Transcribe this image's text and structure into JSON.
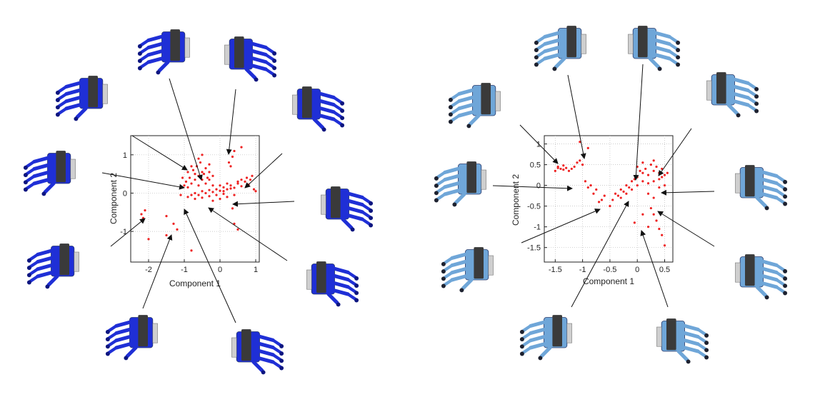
{
  "chart_data": [
    {
      "type": "scatter",
      "xlabel": "Component 1",
      "ylabel": "Component 2",
      "xlim": [
        -2.5,
        1.1
      ],
      "ylim": [
        -1.8,
        1.5
      ],
      "xticks": [
        "-2",
        "-1",
        "0",
        "1"
      ],
      "yticks": [
        "1",
        "0",
        "-1"
      ],
      "xtick_values": [
        -2,
        -1,
        0,
        1
      ],
      "ytick_values": [
        1,
        0,
        -1
      ],
      "grid": true,
      "color": "#ee2222",
      "hand_color": "#1f2fd6",
      "series": [
        {
          "points": [
            [
              -0.9,
              0.15
            ],
            [
              -0.8,
              0.25
            ],
            [
              -0.7,
              0.35
            ],
            [
              -0.6,
              0.45
            ],
            [
              -0.5,
              0.55
            ],
            [
              -0.75,
              0.6
            ],
            [
              -0.65,
              0.7
            ],
            [
              -0.55,
              0.8
            ],
            [
              -0.45,
              0.5
            ],
            [
              -0.35,
              0.4
            ],
            [
              -0.85,
              0.4
            ],
            [
              -0.95,
              0.3
            ],
            [
              -1.0,
              0.2
            ],
            [
              -0.6,
              0.2
            ],
            [
              -0.4,
              0.25
            ],
            [
              -0.3,
              0.35
            ],
            [
              -0.2,
              0.45
            ],
            [
              -0.5,
              0.35
            ],
            [
              -0.7,
              0.5
            ],
            [
              -0.8,
              0.7
            ],
            [
              -0.4,
              0.65
            ],
            [
              -0.3,
              0.55
            ],
            [
              -0.9,
              0.55
            ],
            [
              -1.05,
              0.4
            ],
            [
              -0.6,
              0.9
            ],
            [
              -0.5,
              1.0
            ],
            [
              -0.7,
              0.0
            ],
            [
              -0.5,
              0.05
            ],
            [
              -0.3,
              0.08
            ],
            [
              -0.1,
              0.1
            ],
            [
              0.1,
              0.15
            ],
            [
              0.3,
              0.2
            ],
            [
              0.5,
              0.25
            ],
            [
              0.7,
              0.3
            ],
            [
              0.85,
              0.35
            ],
            [
              -0.6,
              -0.05
            ],
            [
              -0.4,
              0.0
            ],
            [
              -0.2,
              0.03
            ],
            [
              0.0,
              0.06
            ],
            [
              0.2,
              0.1
            ],
            [
              0.4,
              0.14
            ],
            [
              0.6,
              0.18
            ],
            [
              0.8,
              0.22
            ],
            [
              -0.8,
              -0.05
            ],
            [
              0.0,
              0.2
            ],
            [
              0.2,
              0.25
            ],
            [
              -0.2,
              0.2
            ],
            [
              0.1,
              0.05
            ],
            [
              0.3,
              0.12
            ],
            [
              0.5,
              0.3
            ],
            [
              -0.5,
              -0.12
            ],
            [
              -0.3,
              -0.08
            ],
            [
              -0.1,
              -0.05
            ],
            [
              0.1,
              -0.02
            ],
            [
              -0.9,
              -0.1
            ],
            [
              -1.1,
              -0.05
            ],
            [
              -0.7,
              -0.15
            ],
            [
              0.6,
              0.35
            ],
            [
              0.75,
              0.4
            ],
            [
              0.9,
              0.45
            ],
            [
              0.25,
              0.8
            ],
            [
              0.35,
              0.95
            ],
            [
              0.4,
              1.1
            ],
            [
              0.6,
              1.2
            ],
            [
              0.3,
              0.7
            ],
            [
              0.0,
              -0.15
            ],
            [
              0.2,
              -0.1
            ],
            [
              0.4,
              -0.05
            ],
            [
              -0.2,
              -0.2
            ],
            [
              0.35,
              -0.4
            ],
            [
              0.45,
              -0.3
            ],
            [
              -2.2,
              -0.55
            ],
            [
              -2.1,
              -0.45
            ],
            [
              -2.15,
              -0.65
            ],
            [
              -2.0,
              -1.2
            ],
            [
              -1.3,
              -0.8
            ],
            [
              -1.5,
              -1.1
            ],
            [
              -1.2,
              -0.95
            ],
            [
              -0.8,
              -1.5
            ],
            [
              0.4,
              -0.8
            ],
            [
              0.5,
              -0.95
            ],
            [
              0.95,
              0.1
            ],
            [
              1.0,
              0.05
            ],
            [
              -1.5,
              -0.6
            ],
            [
              -0.3,
              0.75
            ]
          ]
        }
      ]
    },
    {
      "type": "scatter",
      "xlabel": "Component 1",
      "ylabel": "Component 2",
      "xlim": [
        -1.7,
        0.65
      ],
      "ylim": [
        -1.85,
        1.2
      ],
      "xticks": [
        "-1.5",
        "-1",
        "-0.5",
        "0",
        "0.5"
      ],
      "yticks": [
        "1",
        "0.5",
        "0",
        "-0.5",
        "-1",
        "-1.5"
      ],
      "xtick_values": [
        -1.5,
        -1,
        -0.5,
        0,
        0.5
      ],
      "ytick_values": [
        1,
        0.5,
        0,
        -0.5,
        -1,
        -1.5
      ],
      "grid": true,
      "color": "#ee2222",
      "hand_color": "#6fa6d8",
      "series": [
        {
          "points": [
            [
              -1.45,
              0.45
            ],
            [
              -1.4,
              0.4
            ],
            [
              -1.35,
              0.38
            ],
            [
              -1.5,
              0.35
            ],
            [
              -1.3,
              0.42
            ],
            [
              -1.2,
              0.4
            ],
            [
              -1.1,
              0.55
            ],
            [
              -1.05,
              0.6
            ],
            [
              -1.0,
              0.5
            ],
            [
              -1.25,
              0.35
            ],
            [
              -1.35,
              0.48
            ],
            [
              -1.15,
              0.45
            ],
            [
              -1.05,
              1.05
            ],
            [
              -0.9,
              0.9
            ],
            [
              -0.95,
              0.1
            ],
            [
              -0.9,
              -0.05
            ],
            [
              -0.85,
              0.0
            ],
            [
              -0.8,
              -0.2
            ],
            [
              -0.7,
              -0.4
            ],
            [
              -0.65,
              -0.35
            ],
            [
              -0.4,
              -0.2
            ],
            [
              -0.3,
              -0.1
            ],
            [
              -0.2,
              0.0
            ],
            [
              -0.1,
              0.1
            ],
            [
              0.0,
              0.2
            ],
            [
              0.1,
              0.3
            ],
            [
              0.2,
              0.25
            ],
            [
              0.3,
              0.35
            ],
            [
              0.4,
              0.3
            ],
            [
              0.45,
              0.2
            ],
            [
              -0.3,
              -0.3
            ],
            [
              -0.2,
              -0.2
            ],
            [
              -0.1,
              -0.1
            ],
            [
              0.0,
              0.0
            ],
            [
              0.1,
              0.1
            ],
            [
              0.2,
              0.05
            ],
            [
              0.3,
              0.1
            ],
            [
              0.4,
              0.15
            ],
            [
              0.5,
              0.25
            ],
            [
              0.35,
              0.45
            ],
            [
              0.25,
              0.5
            ],
            [
              0.15,
              0.4
            ],
            [
              0.05,
              0.35
            ],
            [
              -0.05,
              0.15
            ],
            [
              -0.15,
              -0.05
            ],
            [
              -0.25,
              -0.15
            ],
            [
              -0.35,
              -0.25
            ],
            [
              -0.45,
              -0.35
            ],
            [
              0.2,
              -0.2
            ],
            [
              0.3,
              -0.3
            ],
            [
              0.25,
              -0.55
            ],
            [
              0.3,
              -0.7
            ],
            [
              0.35,
              -0.85
            ],
            [
              0.4,
              -1.05
            ],
            [
              0.45,
              -1.2
            ],
            [
              0.2,
              -1.0
            ],
            [
              0.1,
              -0.7
            ],
            [
              -0.05,
              -0.9
            ],
            [
              0.5,
              -1.45
            ],
            [
              0.45,
              0.4
            ],
            [
              0.55,
              0.3
            ],
            [
              0.5,
              0.0
            ],
            [
              0.4,
              -0.05
            ],
            [
              -0.5,
              -0.5
            ],
            [
              -0.6,
              -0.25
            ],
            [
              0.0,
              0.45
            ],
            [
              0.1,
              0.55
            ],
            [
              0.3,
              0.6
            ],
            [
              -1.45,
              0.42
            ],
            [
              -0.75,
              -0.1
            ]
          ]
        }
      ]
    }
  ]
}
